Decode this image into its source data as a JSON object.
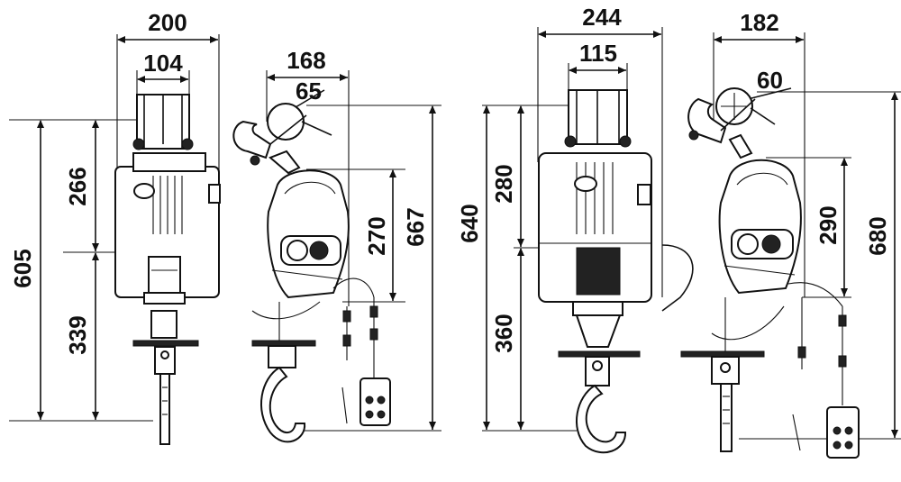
{
  "left_hoist": {
    "dims": {
      "overall_width": "200",
      "hook_frame_width": "104",
      "side_width": "168",
      "hook_angle": "65",
      "upper_height": "266",
      "lower_height": "339",
      "total_height": "605",
      "side_upper_height": "270",
      "side_total_height": "667"
    }
  },
  "right_hoist": {
    "dims": {
      "overall_width": "244",
      "hook_frame_width": "115",
      "side_width": "182",
      "hook_angle": "60",
      "upper_height": "280",
      "lower_height": "360",
      "total_height": "640",
      "side_upper_height": "290",
      "side_total_height": "680"
    }
  }
}
